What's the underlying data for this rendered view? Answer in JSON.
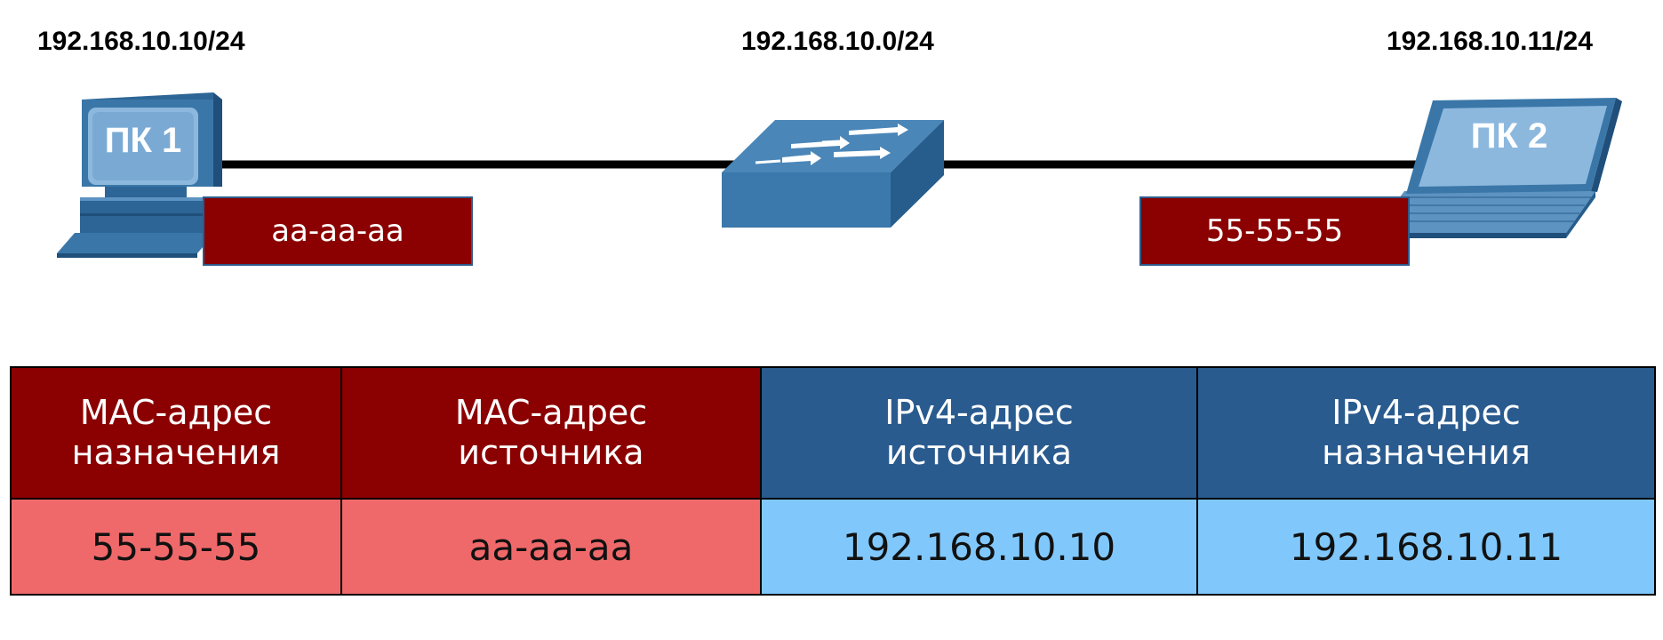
{
  "network": {
    "pc1": {
      "label": "ПК 1",
      "ip": "192.168.10.10/24",
      "mac": "aa-aa-aa"
    },
    "network_ip": "192.168.10.0/24",
    "pc2": {
      "label": "ПК 2",
      "ip": "192.168.10.11/24",
      "mac": "55-55-55"
    }
  },
  "frame": {
    "headers": {
      "dst_mac_line1": "MAC-адрес",
      "dst_mac_line2": "назначения",
      "src_mac_line1": "MAC-адрес",
      "src_mac_line2": "источника",
      "src_ip_line1": "IPv4-адрес",
      "src_ip_line2": "источника",
      "dst_ip_line1": "IPv4-адрес",
      "dst_ip_line2": "назначения"
    },
    "values": {
      "dst_mac": "55-55-55",
      "src_mac": "aa-aa-aa",
      "src_ip": "192.168.10.10",
      "dst_ip": "192.168.10.11"
    }
  },
  "colors": {
    "mac_header": "#8b0000",
    "mac_value": "#f0696a",
    "ip_header": "#2a5b8f",
    "ip_value": "#80c8fc",
    "device": "#3a77a8"
  },
  "icons": [
    "desktop-pc-icon",
    "switch-icon",
    "laptop-icon"
  ]
}
